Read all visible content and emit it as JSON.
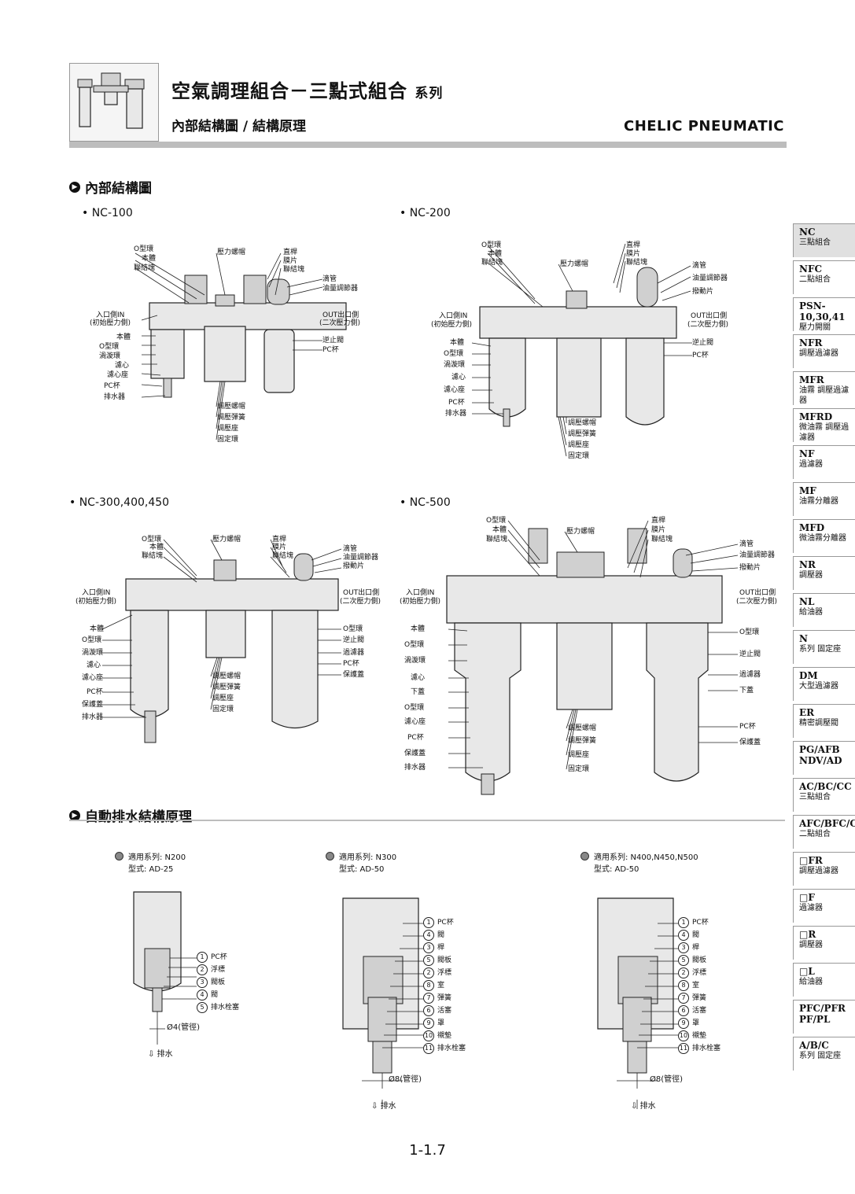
{
  "header": {
    "title": "空氣調理組合－三點式組合",
    "title_suffix": "系列",
    "subtitle": "內部結構圖 / 結構原理",
    "brand": "CHELIC PNEUMATIC"
  },
  "section_structure": "內部結構圖",
  "section_drain": "自動排水結構原理",
  "models": {
    "nc100": "• NC-100",
    "nc200": "• NC-200",
    "nc300": "• NC-300,400,450",
    "nc500": "• NC-500"
  },
  "labels": {
    "oring": "O型環",
    "body": "本體",
    "joint": "聯結塊",
    "cap": "壓力螺帽",
    "rod": "直桿",
    "diaphragm": "膜片",
    "drip": "滴管",
    "oil_adj": "油量調節器",
    "plate": "撥動片",
    "in": "入口側IN",
    "in_sub": "(初始壓力側)",
    "out": "OUT出口側",
    "out_sub": "(二次壓力側)",
    "check": "逆止閥",
    "pc": "PC杯",
    "swirl": "渦漩環",
    "filter": "濾心",
    "filter_seat": "濾心座",
    "drain": "排水器",
    "adj_nut": "調壓螺帽",
    "adj_spring": "調壓彈簧",
    "adj_seat": "調壓座",
    "fix_ring": "固定環",
    "guard": "保護蓋",
    "lower": "下蓋",
    "filter2": "過濾器"
  },
  "drain": {
    "d1": {
      "series": "適用系列: N200",
      "type": "型式: AD-25",
      "pipe": "Ø4(管徑)",
      "out": "排水",
      "parts": [
        "PC杯",
        "浮標",
        "閥板",
        "閥",
        "排水栓塞"
      ]
    },
    "d2": {
      "series": "適用系列: N300",
      "type": "型式: AD-50",
      "pipe": "Ø8(管徑)",
      "out": "排水"
    },
    "d3": {
      "series": "適用系列: N400,N450,N500",
      "type": "型式: AD-50",
      "pipe": "Ø8(管徑)",
      "out": "排水"
    },
    "parts11": [
      "PC杯",
      "閥",
      "桿",
      "閥板",
      "浮標",
      "室",
      "彈簧",
      "活塞",
      "罩",
      "襯墊",
      "排水栓塞"
    ],
    "nums11": [
      "1",
      "4",
      "3",
      "5",
      "2",
      "8",
      "7",
      "6",
      "9",
      "10",
      "11"
    ]
  },
  "tabs": [
    {
      "c": "NC",
      "n": "三點組合"
    },
    {
      "c": "NFC",
      "n": "二點組合"
    },
    {
      "c": "PSN-10,30,41",
      "n": "壓力開關"
    },
    {
      "c": "NFR",
      "n": "調壓過濾器"
    },
    {
      "c": "MFR",
      "n": "油霧 調壓過濾器"
    },
    {
      "c": "MFRD",
      "n": "微油霧 調壓過濾器"
    },
    {
      "c": "NF",
      "n": "過濾器"
    },
    {
      "c": "MF",
      "n": "油霧分離器"
    },
    {
      "c": "MFD",
      "n": "微油霧分離器"
    },
    {
      "c": "NR",
      "n": "調壓器"
    },
    {
      "c": "NL",
      "n": "給油器"
    },
    {
      "c": "N",
      "n": "系列 固定座"
    },
    {
      "c": "DM",
      "n": "大型過濾器"
    },
    {
      "c": "ER",
      "n": "精密調壓閥"
    },
    {
      "c": "PG/AFB NDV/AD",
      "n": ""
    },
    {
      "c": "AC/BC/CC",
      "n": "三點組合"
    },
    {
      "c": "AFC/BFC/CFC",
      "n": "二點組合"
    },
    {
      "c": "□FR",
      "n": "調壓過濾器"
    },
    {
      "c": "□F",
      "n": "過濾器"
    },
    {
      "c": "□R",
      "n": "調壓器"
    },
    {
      "c": "□L",
      "n": "給油器"
    },
    {
      "c": "PFC/PFR PF/PL",
      "n": ""
    },
    {
      "c": "A/B/C",
      "n": "系列 固定座"
    }
  ],
  "page_number": "1-1.7"
}
